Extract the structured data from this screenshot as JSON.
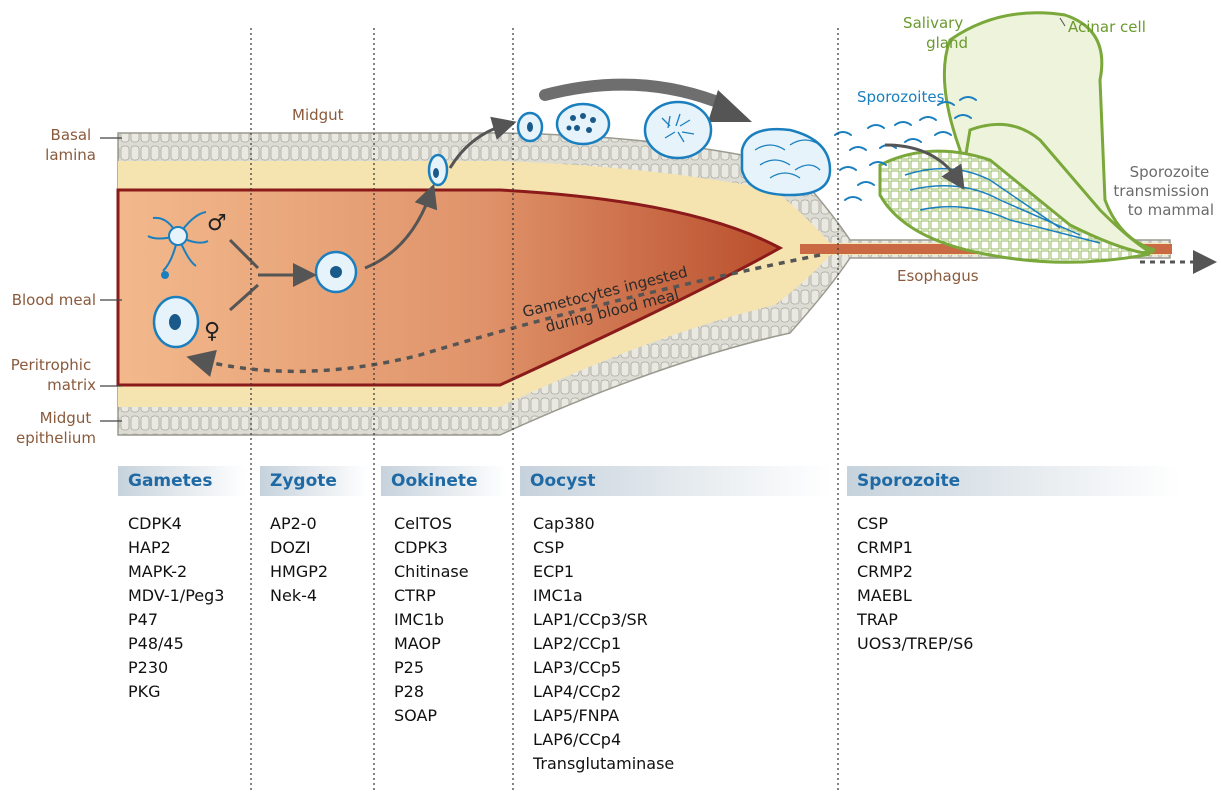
{
  "labels": {
    "basal_lamina": [
      "Basal",
      "lamina"
    ],
    "blood_meal": "Blood meal",
    "peritrophic_matrix": [
      "Peritrophic",
      "matrix"
    ],
    "midgut_epithelium": [
      "Midgut",
      "epithelium"
    ],
    "midgut": "Midgut",
    "esophagus": "Esophagus",
    "salivary_gland": [
      "Salivary",
      "gland"
    ],
    "acinar_cell": "Acinar cell",
    "sporozoites": "Sporozoites",
    "transmission": [
      "Sporozoite",
      "transmission",
      "to mammal"
    ],
    "gametocytes": [
      "Gametocytes ingested",
      "during blood meal"
    ],
    "male_symbol": "♂",
    "female_symbol": "♀"
  },
  "stages": [
    {
      "name": "Gametes",
      "genes": [
        "CDPK4",
        "HAP2",
        "MAPK-2",
        "MDV-1/Peg3",
        "P47",
        "P48/45",
        "P230",
        "PKG"
      ]
    },
    {
      "name": "Zygote",
      "genes": [
        "AP2-0",
        "DOZI",
        "HMGP2",
        "Nek-4"
      ]
    },
    {
      "name": "Ookinete",
      "genes": [
        "CelTOS",
        "CDPK3",
        "Chitinase",
        "CTRP",
        "IMC1b",
        "MAOP",
        "P25",
        "P28",
        "SOAP"
      ]
    },
    {
      "name": "Oocyst",
      "genes": [
        "Cap380",
        "CSP",
        "ECP1",
        "IMC1a",
        "LAP1/CCp3/SR",
        "LAP2/CCp1",
        "LAP3/CCp5",
        "LAP4/CCp2",
        "LAP5/FNPA",
        "LAP6/CCp4",
        "Transglutaminase"
      ]
    },
    {
      "name": "Sporozoite",
      "genes": [
        "CSP",
        "CRMP1",
        "CRMP2",
        "MAEBL",
        "TRAP",
        "UOS3/TREP/S6"
      ]
    }
  ],
  "colors": {
    "header_text": "#1f6aa5",
    "label_brown": "#8a5a3c",
    "label_green": "#6a9a2e",
    "label_blue": "#1a7fbf",
    "parasite_blue": "#1a7fbf",
    "epithelium": "#d9d9d2",
    "yellow_space": "#f5e3b0",
    "blood": "#d9865a",
    "peritrophic": "#8b1a1a"
  }
}
